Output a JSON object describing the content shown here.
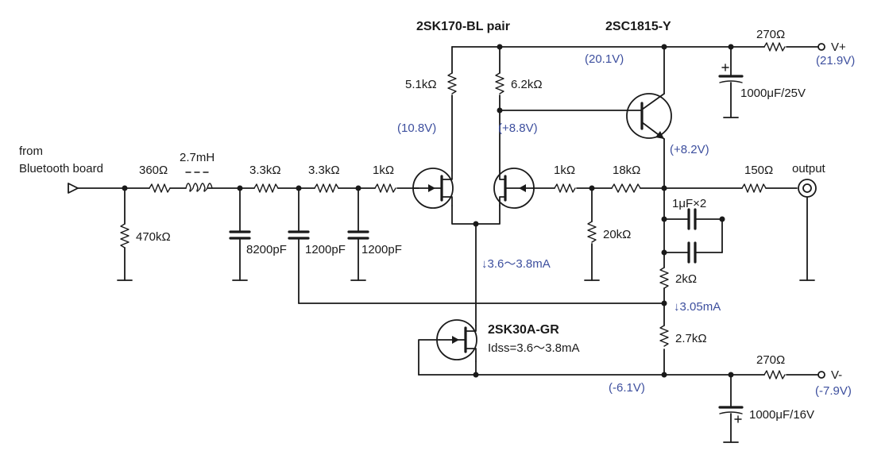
{
  "colors": {
    "ink": "#1a1a1a",
    "annotation": "#3d4f9e",
    "background": "#ffffff"
  },
  "labels": {
    "input": "from\nBluetooth board",
    "output": "output",
    "jfet_pair": "2SK170-BL pair",
    "transistor": "2SC1815-Y",
    "ccs_fet": "2SK30A-GR",
    "idss": "Idss=3.6～3.8mA",
    "vplus": "V+",
    "vminus": "V-"
  },
  "components": {
    "r_input_shunt": "470kΩ",
    "r_in": "360Ω",
    "l_in": "2.7mH",
    "r_f1": "3.3kΩ",
    "r_f2": "3.3kΩ",
    "r_gate": "1kΩ",
    "c_f1": "8200pF",
    "c_f2": "1200pF",
    "c_f3": "1200pF",
    "r_drain_left": "5.1kΩ",
    "r_drain_right": "6.2kΩ",
    "r_gate_right": "1kΩ",
    "r_fb": "18kΩ",
    "r_fb_shunt": "20kΩ",
    "r_out": "150Ω",
    "c_bootstrap": "1μF×2",
    "r_em1": "2kΩ",
    "r_em2": "2.7kΩ",
    "r_supply_pos": "270Ω",
    "c_supply_pos": "1000μF/25V",
    "r_supply_neg": "270Ω",
    "c_supply_neg": "1000μF/16V"
  },
  "voltages": {
    "pos_rail": "(20.1V)",
    "vplus": "(21.9V)",
    "drain_left": "(10.8V)",
    "drain_right": "(+8.8V)",
    "emitter": "(+8.2V)",
    "neg_rail": "(-6.1V)",
    "vminus": "(-7.9V)"
  },
  "currents": {
    "tail": "↓3.6～3.8mA",
    "emitter": "↓3.05mA"
  }
}
